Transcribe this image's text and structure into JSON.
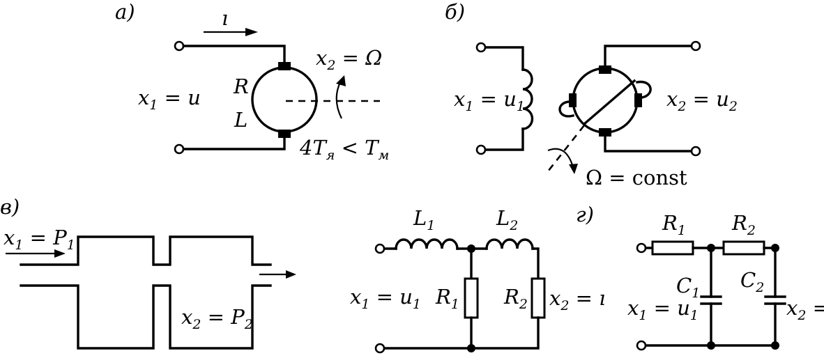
{
  "panels": {
    "a": {
      "letter": "а)",
      "current": "ı",
      "input": {
        "name": "x",
        "sub": "1",
        "rest": " = u"
      },
      "r_label": "R",
      "l_label": "L",
      "output": {
        "name": "x",
        "sub": "2",
        "rest": " = Ω"
      },
      "time": {
        "coef": "4T",
        "sub1": "я",
        "mid": " < T",
        "sub2": "м"
      }
    },
    "b": {
      "letter": "б)",
      "input": {
        "name": "x",
        "sub": "1",
        "rest": " = u",
        "sub_b": "1"
      },
      "output": {
        "name": "x",
        "sub": "2",
        "rest": " = u",
        "sub_b": "2"
      },
      "speed": "Ω = const"
    },
    "v": {
      "letter": "в)",
      "input": {
        "name": "x",
        "sub": "1",
        "rest": " = P",
        "sub_b": "1"
      },
      "output": {
        "name": "x",
        "sub": "2",
        "rest": " = P",
        "sub_b": "2"
      },
      "l1": {
        "name": "L",
        "sub": "1"
      },
      "l2": {
        "name": "L",
        "sub": "2"
      },
      "r1": {
        "name": "R",
        "sub": "1"
      },
      "r2": {
        "name": "R",
        "sub": "2"
      },
      "circuit_in": {
        "name": "x",
        "sub": "1",
        "rest": " = u",
        "sub_b": "1"
      },
      "circuit_out": {
        "name": "x",
        "sub": "2",
        "rest": " = ı"
      }
    },
    "g": {
      "letter": "г)",
      "r1": {
        "name": "R",
        "sub": "1"
      },
      "r2": {
        "name": "R",
        "sub": "2"
      },
      "c1": {
        "name": "C",
        "sub": "1"
      },
      "c2": {
        "name": "C",
        "sub": "2"
      },
      "input": {
        "name": "x",
        "sub": "1",
        "rest": " = u",
        "sub_b": "1"
      },
      "output": {
        "name": "x",
        "sub": "2",
        "rest": " ="
      }
    }
  }
}
